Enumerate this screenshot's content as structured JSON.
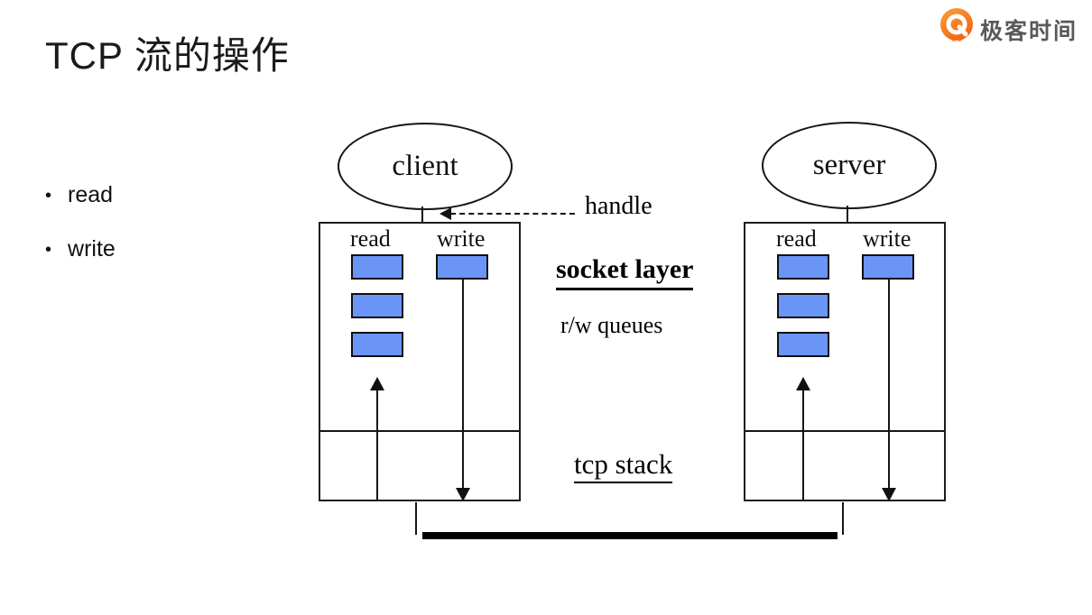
{
  "slide": {
    "title": "TCP 流的操作"
  },
  "logo": {
    "text": "极客时间"
  },
  "bullets": {
    "marker": "•",
    "items": [
      "read",
      "write"
    ]
  },
  "diagram": {
    "client": {
      "label": "client",
      "read_label": "read",
      "write_label": "write"
    },
    "server": {
      "label": "server",
      "read_label": "read",
      "write_label": "write"
    },
    "annotations": {
      "handle": "handle",
      "socket_layer": "socket layer",
      "rw_queues": "r/w queues",
      "tcp_stack": "tcp stack"
    },
    "queues": {
      "client_read": 3,
      "client_write": 1,
      "server_read": 3,
      "server_write": 1
    },
    "colors": {
      "queue_fill": "#6B94F7",
      "stroke": "#111111",
      "logo_orange": "#F4650F",
      "logo_orange_light": "#FC9E3F",
      "logo_text": "#58595B"
    }
  }
}
